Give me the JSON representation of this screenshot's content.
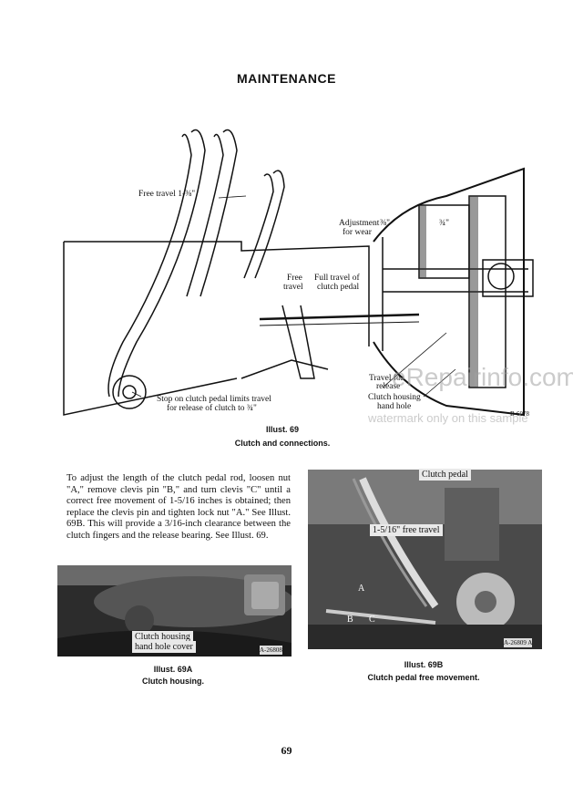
{
  "header": {
    "title": "MAINTENANCE"
  },
  "figure69": {
    "labels": {
      "free_travel": "Free travel 1-⅜\"",
      "adjustment": "Adjustment",
      "for_wear": "for wear",
      "free": "Free",
      "travel": "travel",
      "full_travel": "Full travel of",
      "clutch_pedal": "clutch pedal",
      "frac_a": "⅜\"",
      "frac_b": "¾\"",
      "travel_for": "Travel for",
      "release": "release",
      "clutch_housing": "Clutch housing",
      "hand_hole": "hand hole",
      "stop_line1": "Stop on clutch pedal limits travel",
      "stop_line2": "for release of clutch to ¾\"",
      "code": "B-6078"
    },
    "caption_num": "Illust. 69",
    "caption_text": "Clutch and connections."
  },
  "watermark": {
    "site": "eRepairinfo.com",
    "note": "watermark only on this sample"
  },
  "paragraph": "To adjust the length of the clutch pedal rod, loosen nut \"A,\" remove clevis pin \"B,\" and turn clevis \"C\" until a correct free movement of 1-5/16 inches is obtained; then replace the clevis pin and tighten lock nut \"A.\" See Illust. 69B. This will provide a 3/16-inch clearance between the clutch fingers and the release bearing. See Illust. 69.",
  "photoA": {
    "label1": "Clutch housing",
    "label2": "hand hole cover",
    "code": "A-26808",
    "caption_num": "Illust. 69A",
    "caption_text": "Clutch housing."
  },
  "photoB": {
    "label_pedal": "Clutch pedal",
    "label_travel": "1-5/16\" free travel",
    "label_a": "A",
    "label_b": "B",
    "label_c": "C",
    "code": "A-26809 A",
    "caption_num": "Illust. 69B",
    "caption_text": "Clutch pedal free movement."
  },
  "footer": {
    "page_number": "69"
  }
}
